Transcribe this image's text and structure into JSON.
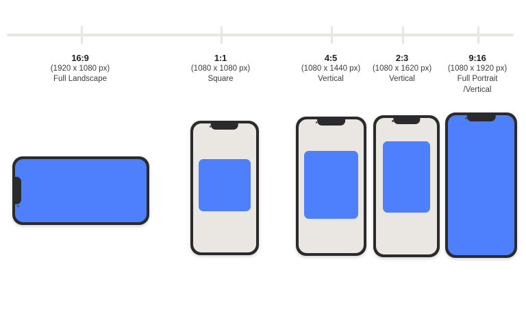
{
  "background_color": "#ffffff",
  "colors": {
    "accent_blue": "#4e7ffc",
    "screen_cream": "#eae6e1",
    "device_body": "#2b2a2c",
    "ruler_gray": "#e9e6e2",
    "text_dark": "#23201e",
    "text_body": "#3b3b3b"
  },
  "ruler": {
    "name": "aspect-ratio-ruler",
    "ticks": [
      118,
      322,
      483,
      587,
      697
    ]
  },
  "formats": [
    {
      "id": "16-9",
      "ratio": "16:9",
      "dimensions": "(1920 x 1080 px)",
      "description": "Full Landscape",
      "description_line2": "",
      "orientation": "landscape",
      "fill": "full"
    },
    {
      "id": "1-1",
      "ratio": "1:1",
      "dimensions": "(1080 x 1080 px)",
      "description": "Square",
      "description_line2": "",
      "orientation": "portrait",
      "fill": "inset"
    },
    {
      "id": "4-5",
      "ratio": "4:5",
      "dimensions": "(1080 x 1440 px)",
      "description": "Vertical",
      "description_line2": "",
      "orientation": "portrait",
      "fill": "inset"
    },
    {
      "id": "2-3",
      "ratio": "2:3",
      "dimensions": "(1080 x 1620 px)",
      "description": "Vertical",
      "description_line2": "",
      "orientation": "portrait",
      "fill": "inset"
    },
    {
      "id": "9-16",
      "ratio": "9:16",
      "dimensions": "(1080 x 1920 px)",
      "description": "Full Portrait",
      "description_line2": "/Vertical",
      "orientation": "portrait",
      "fill": "full"
    }
  ]
}
